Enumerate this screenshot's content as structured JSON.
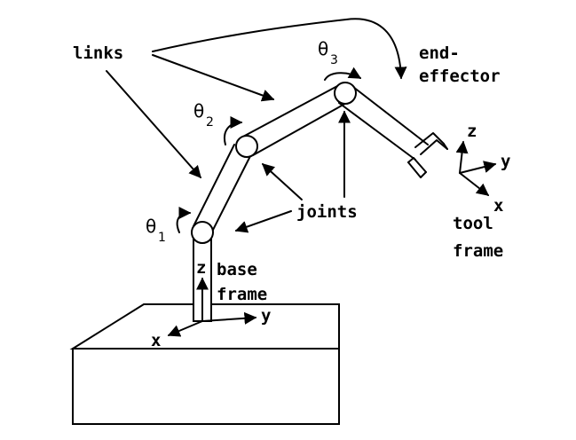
{
  "labels": {
    "links": "links",
    "end_effector_line1": "end-",
    "end_effector_line2": "effector",
    "joints": "joints",
    "tool_line1": "tool",
    "tool_line2": "frame",
    "base_line1": "base",
    "base_line2": "frame"
  },
  "angles": [
    {
      "symbol": "θ",
      "sub": "1"
    },
    {
      "symbol": "θ",
      "sub": "2"
    },
    {
      "symbol": "θ",
      "sub": "3"
    }
  ],
  "base_axes": {
    "z": "z",
    "y": "y",
    "x": "x"
  },
  "tool_axes": {
    "z": "z",
    "y": "y",
    "x": "x"
  }
}
